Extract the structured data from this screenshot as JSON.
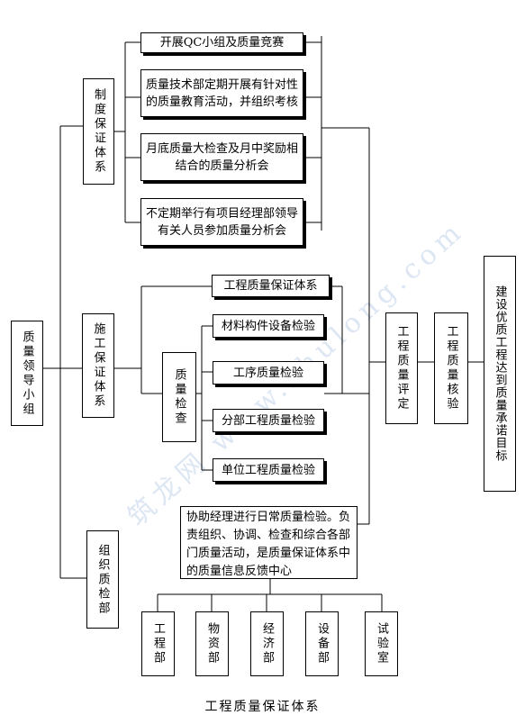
{
  "leader": "质量领导小组",
  "branches": {
    "system": "制度保证体系",
    "construction": "施工保证体系",
    "organization": "组织质检部"
  },
  "system_items": [
    "开展QC小组及质量竞赛",
    "质量技术部定期开展有针对性的质量教育活动，并组织考核",
    "月底质量大检查及月中奖励相结合的质量分析会",
    "不定期举行有项目经理部领导有关人员参加质量分析会"
  ],
  "construction_items": {
    "engineering_system": "工程质量保证体系",
    "quality_check": "质量检查",
    "checks": [
      "材料构件设备检验",
      "工序质量检验",
      "分部工程质量检验",
      "单位工程质量检验"
    ]
  },
  "org_desc": "协助经理进行日常质量检验。负责组织、协调、检查和综合各部门质量活动，是质量保证体系中的质量信息反馈中心",
  "departments": [
    "工程部",
    "物资部",
    "经济部",
    "设备部",
    "试验室"
  ],
  "evaluation": "工程质量评定",
  "verification": "工程质量核验",
  "goal": "建设优质工程达到质量承诺目标",
  "caption": "工程质量保证体系",
  "watermark": "筑龙网 www.zhulong.com"
}
